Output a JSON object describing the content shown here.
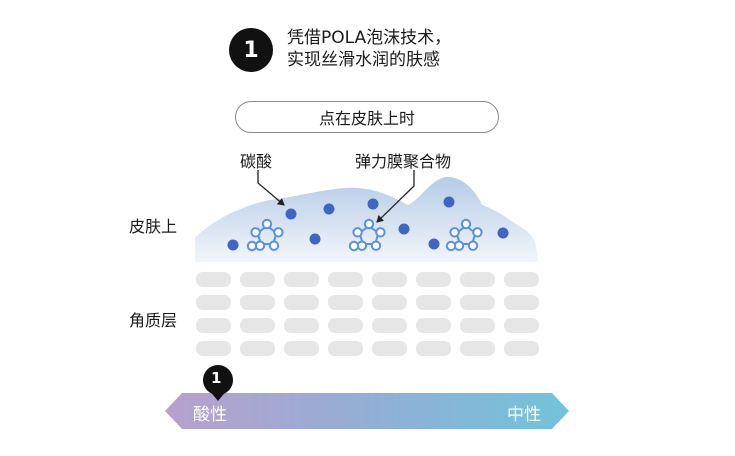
{
  "step": {
    "number": "1",
    "line1": "凭借POLA泡沫技术，",
    "line2": "实现丝滑水润的肤感"
  },
  "pill_label": "点在皮肤上时",
  "labels": {
    "carbonic": "碳酸",
    "elastic_film": "弹力膜聚合物",
    "skin_surface": "皮肤上",
    "stratum_corneum": "角质层"
  },
  "ph_bar": {
    "marker": "1",
    "left_label": "酸性",
    "right_label": "中性"
  },
  "colors": {
    "dot": "#3f67c2",
    "ring": "#5b8fe0",
    "bar_left": "#b9a0cd",
    "bar_right": "#72c3db",
    "cell": "#e6e6e6"
  }
}
